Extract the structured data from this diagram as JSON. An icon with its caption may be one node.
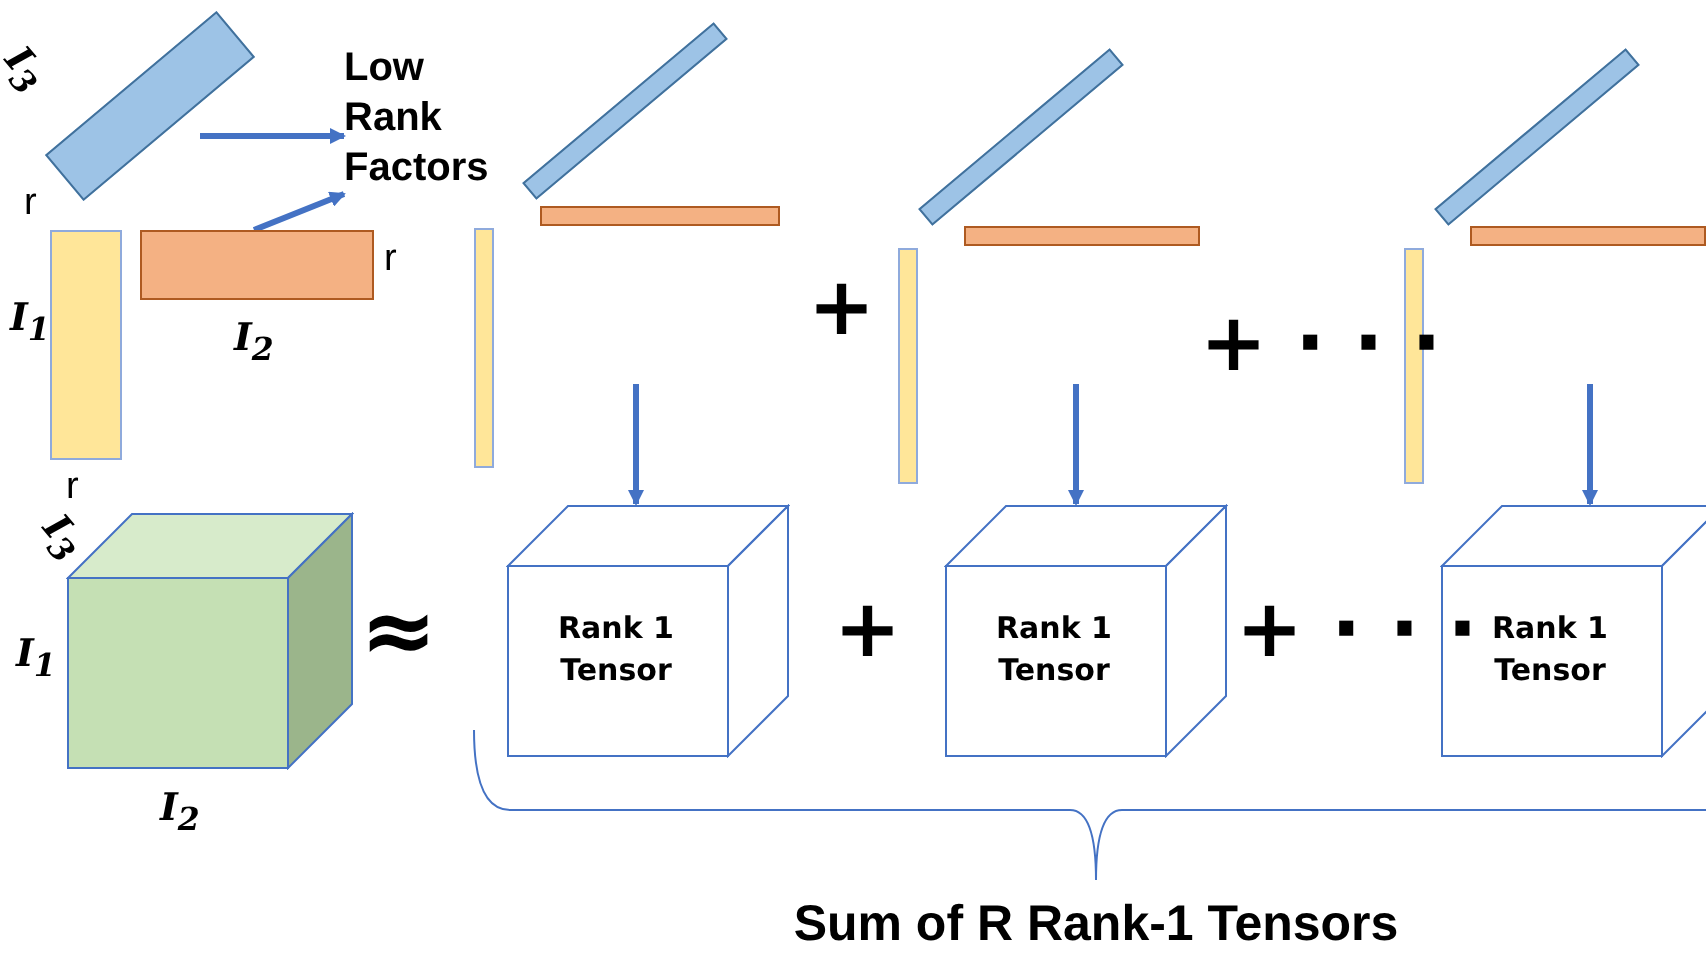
{
  "diagram": {
    "caption": "Sum of R Rank-1 Tensors",
    "nodes": [
      {
        "text": [
          "Low Rank Factors"
        ]
      },
      {
        "text": [],
        "shape": "bar",
        "beside": [
          "I$_{3}$",
          "r"
        ]
      },
      {
        "text": [],
        "shape": "bar",
        "beside": [
          "r",
          "I$_{2}$"
        ]
      },
      {
        "text": [],
        "shape": "bar",
        "beside": [
          "I$_{1}$",
          "r"
        ]
      },
      {
        "text": [],
        "shape": "cube",
        "beside": [
          "I$_{3}$",
          "I$_{1}$",
          "I$_{2}$"
        ]
      },
      {
        "text": [],
        "shape": "bar"
      },
      {
        "text": [],
        "shape": "bar"
      },
      {
        "text": [],
        "shape": "bar"
      },
      {
        "text": [],
        "shape": "bar"
      },
      {
        "text": [],
        "shape": "bar"
      },
      {
        "text": [],
        "shape": "bar"
      },
      {
        "text": [],
        "shape": "bar"
      },
      {
        "text": [],
        "shape": "bar"
      },
      {
        "text": [],
        "shape": "bar"
      },
      {
        "text": [
          "Rank 1 Tensor"
        ]
      },
      {
        "text": [
          "Rank 1 Tensor"
        ]
      },
      {
        "text": [
          "Rank 1 Tensor"
        ]
      }
    ],
    "edges": [
      {
        "from": 1,
        "to": 0,
        "arrow": "to"
      },
      {
        "from": 2,
        "to": 0,
        "arrow": "to"
      },
      {
        "from": null,
        "to": 14,
        "arrow": "to"
      },
      {
        "from": null,
        "to": 15,
        "arrow": "to"
      },
      {
        "from": null,
        "to": 16,
        "arrow": "to"
      }
    ],
    "labels": [
      "+",
      "+ · · ·",
      "≈",
      "+",
      "+ · · ·"
    ]
  }
}
